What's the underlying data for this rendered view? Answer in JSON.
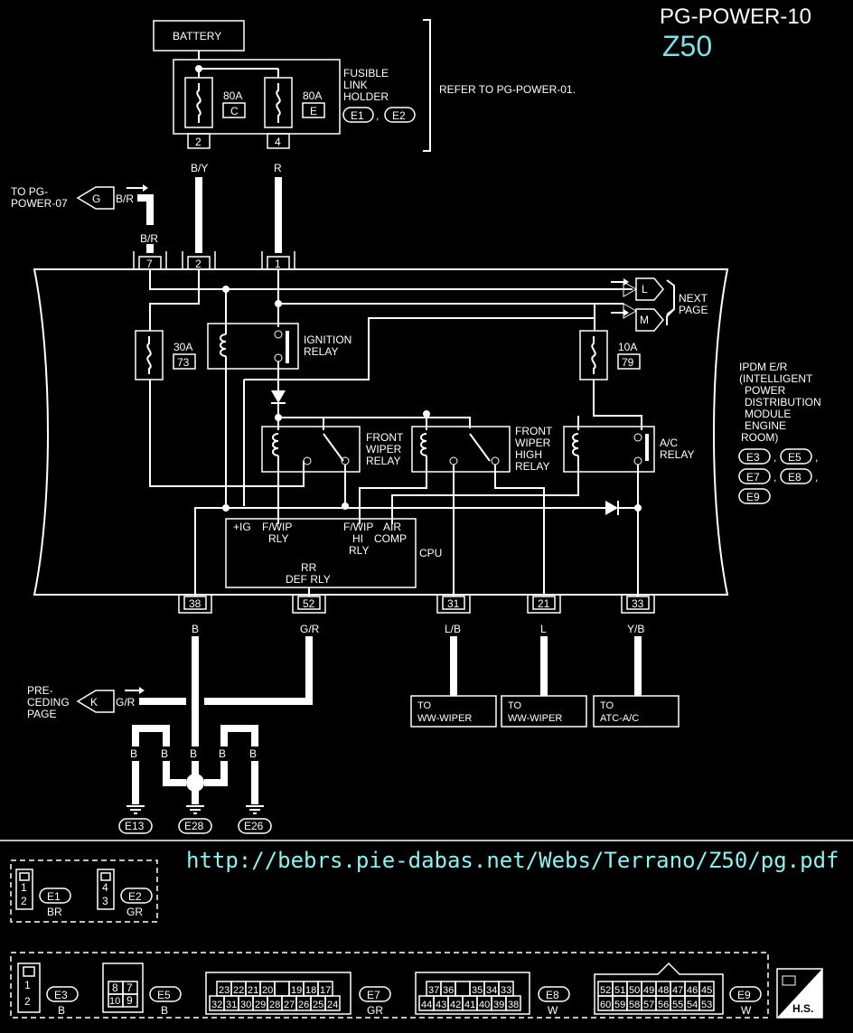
{
  "header": {
    "page_code": "PG-POWER-10",
    "model": "Z50"
  },
  "battery": "BATTERY",
  "fusible_link": {
    "label_lines": [
      "FUSIBLE",
      "LINK",
      "HOLDER"
    ],
    "fuses": [
      {
        "amps": "80A",
        "id": "C"
      },
      {
        "amps": "80A",
        "id": "E"
      }
    ],
    "connectors": [
      "E1",
      "E2"
    ],
    "refer": "REFER TO PG-POWER-01."
  },
  "wires_top": [
    {
      "pin": "2",
      "color": "B/Y"
    },
    {
      "pin": "4",
      "color": "R"
    }
  ],
  "to_pg07": {
    "lines": [
      "TO PG-",
      "POWER-07"
    ],
    "letter": "G",
    "color": "B/R"
  },
  "ipdm_top_pins": [
    "7",
    "2",
    "1"
  ],
  "ipdm_top_pin_color_left": "B/R",
  "fuse_30a": {
    "amps": "30A",
    "num": "73"
  },
  "fuse_10a": {
    "amps": "10A",
    "num": "79"
  },
  "ignition_relay": [
    "IGNITION",
    "RELAY"
  ],
  "next_page": {
    "letters": [
      "L",
      "M"
    ],
    "lines": [
      "NEXT",
      "PAGE"
    ]
  },
  "ipdm_label": [
    "IPDM E/R",
    "(INTELLIGENT",
    "POWER",
    "DISTRIBUTION",
    "MODULE",
    "ENGINE",
    "ROOM)"
  ],
  "ipdm_connectors": [
    "E3",
    "E5",
    "E7",
    "E8",
    "E9"
  ],
  "front_wiper_relay": [
    "FRONT",
    "WIPER",
    "RELAY"
  ],
  "front_wiper_high_relay": [
    "FRONT",
    "WIPER",
    "HIGH",
    "RELAY"
  ],
  "ac_relay": [
    "A/C",
    "RELAY"
  ],
  "cpu": {
    "ig": "+IG",
    "fwip": [
      "F/WIP",
      "RLY"
    ],
    "fwiphi": [
      "F/WIP",
      "HI",
      "RLY"
    ],
    "aircomp": [
      "AIR",
      "COMP"
    ],
    "label": "CPU",
    "rrdef": [
      "RR",
      "DEF RLY"
    ]
  },
  "bottom_pins": [
    {
      "pin": "38",
      "color": "B"
    },
    {
      "pin": "52",
      "color": "G/R"
    },
    {
      "pin": "31",
      "color": "L/B"
    },
    {
      "pin": "21",
      "color": "L"
    },
    {
      "pin": "33",
      "color": "Y/B"
    }
  ],
  "preceding": {
    "lines": [
      "PRE-",
      "CEDING",
      "PAGE"
    ],
    "letter": "K",
    "color": "G/R"
  },
  "to_boxes": [
    {
      "line1": "TO",
      "line2": "WW-WIPER"
    },
    {
      "line1": "TO",
      "line2": "WW-WIPER"
    },
    {
      "line1": "TO",
      "line2": "ATC-A/C"
    }
  ],
  "grounds": {
    "wire_color": "B",
    "ids": [
      "E13",
      "E28",
      "E26"
    ]
  },
  "url": "http://bebrs.pie-dabas.net/Webs/Terrano/Z50/pg.pdf",
  "legend": {
    "e1": {
      "pins": [
        "1",
        "2"
      ],
      "id": "E1",
      "color": "BR"
    },
    "e2": {
      "pins": [
        "4",
        "3"
      ],
      "id": "E2",
      "color": "GR"
    },
    "e3": {
      "pins": [
        "1",
        "2"
      ],
      "id": "E3",
      "color": "B"
    },
    "e5": {
      "pins": [
        "8",
        "7",
        "10",
        "9"
      ],
      "id": "E5",
      "color": "B"
    },
    "e7": {
      "row1": [
        "23",
        "22",
        "21",
        "20",
        "",
        "19",
        "18",
        "17"
      ],
      "row2": [
        "32",
        "31",
        "30",
        "29",
        "28",
        "27",
        "26",
        "25",
        "24"
      ],
      "id": "E7",
      "color": "GR"
    },
    "e8": {
      "row1": [
        "37",
        "36",
        "",
        "35",
        "34",
        "33"
      ],
      "row2": [
        "44",
        "43",
        "42",
        "41",
        "40",
        "39",
        "38"
      ],
      "id": "E8",
      "color": "W"
    },
    "e9": {
      "row1": [
        "52",
        "51",
        "50",
        "49",
        "48",
        "47",
        "46",
        "45"
      ],
      "row2": [
        "60",
        "59",
        "58",
        "57",
        "56",
        "55",
        "54",
        "53"
      ],
      "id": "E9",
      "color": "W"
    },
    "hs": "H.S."
  }
}
